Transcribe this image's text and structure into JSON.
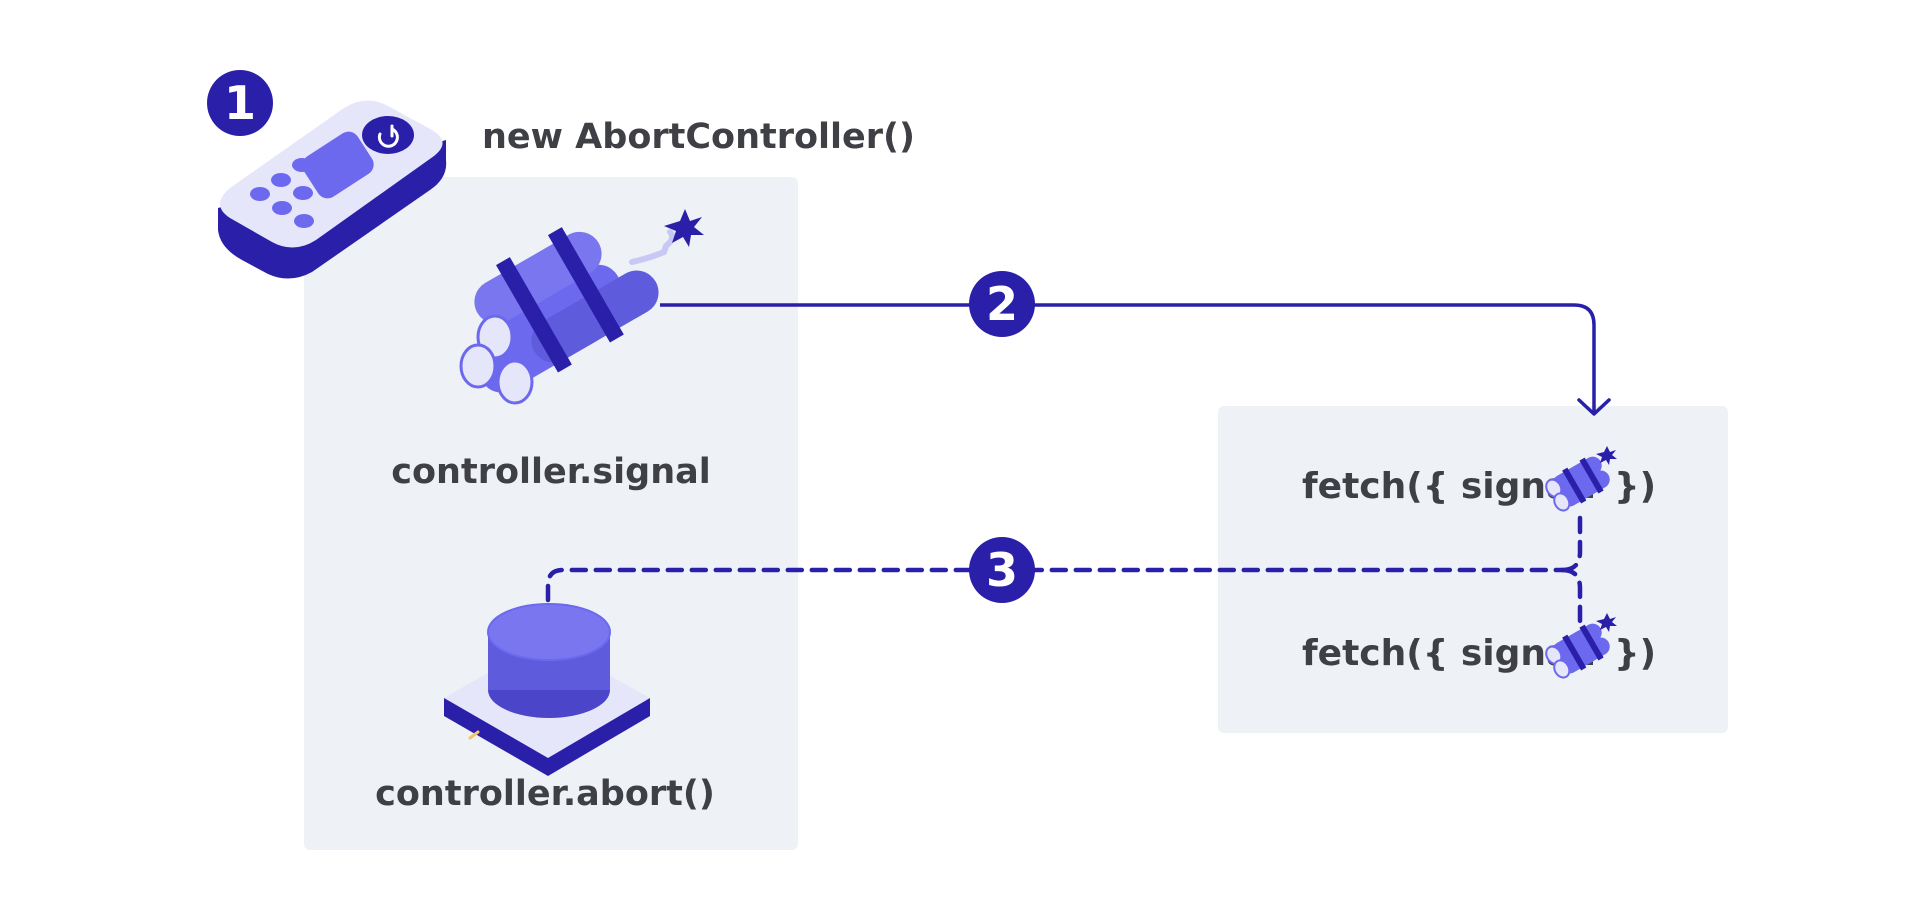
{
  "labels": {
    "constructor": "new AbortController()",
    "signal": "controller.signal",
    "abort": "controller.abort()",
    "fetch_prefix": "fetch({ signal:",
    "fetch_suffix": "})"
  },
  "steps": [
    "1",
    "2",
    "3"
  ],
  "icons": {
    "remote": "remote-control-icon",
    "signal": "dynamite-icon",
    "abort": "push-button-icon",
    "fetch_signal": "small-dynamite-icon"
  },
  "colors": {
    "accent": "#2a1fa8",
    "purple": "#6d69ee",
    "purple_light": "#8e8cf3",
    "purple_pale": "#e6e6fa",
    "panel": "#eef1f5",
    "text": "#3f3f46"
  }
}
